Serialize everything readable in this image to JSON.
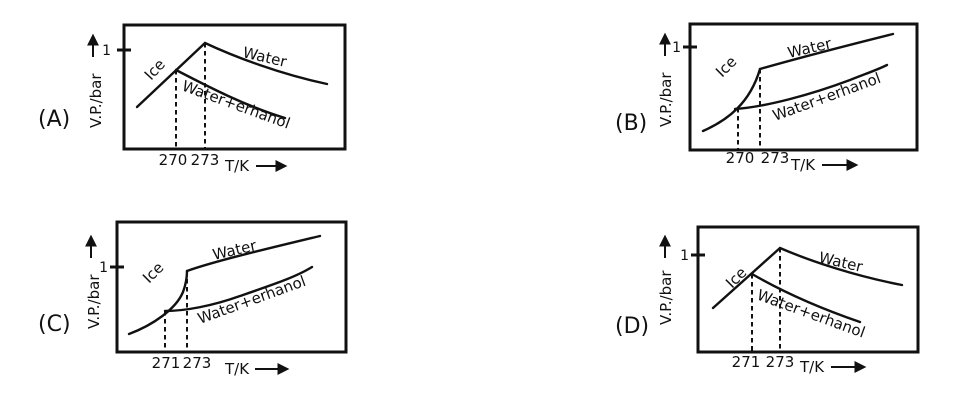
{
  "colors": {
    "line": "#111111",
    "background": "#ffffff"
  },
  "panels": [
    {
      "letter": "(A)",
      "y_label": "V.P./bar",
      "y_tick": "1",
      "x_ticks": [
        "270",
        "273"
      ],
      "x_label": "T/K",
      "curves": {
        "ice": "Ice",
        "water": "Water",
        "mixture": "Water+erhanol"
      }
    },
    {
      "letter": "(B)",
      "y_label": "V.P./bar",
      "y_tick": "1",
      "x_ticks": [
        "270",
        "273"
      ],
      "x_label": "T/K",
      "curves": {
        "ice": "Ice",
        "water": "Water",
        "mixture": "Water+erhanol"
      }
    },
    {
      "letter": "(C)",
      "y_label": "V.P./bar",
      "y_tick": "1",
      "x_ticks": [
        "271",
        "273"
      ],
      "x_label": "T/K",
      "curves": {
        "ice": "Ice",
        "water": "Water",
        "mixture": "Water+erhanol"
      }
    },
    {
      "letter": "(D)",
      "y_label": "V.P./bar",
      "y_tick": "1",
      "x_ticks": [
        "271",
        "273"
      ],
      "x_label": "T/K",
      "curves": {
        "ice": "Ice",
        "water": "Water",
        "mixture": "Water+erhanol"
      }
    }
  ],
  "chart_data": [
    {
      "panel": "A",
      "type": "line",
      "xlabel": "T/K",
      "ylabel": "V.P./bar",
      "x_ticks": [
        270,
        273
      ],
      "y_ticks": [
        1
      ],
      "legend_position": "inline-labels",
      "grid": false,
      "series": [
        {
          "name": "Ice",
          "points": [
            [
              266,
              0.42
            ],
            [
              270,
              0.8
            ],
            [
              273,
              1.05
            ]
          ]
        },
        {
          "name": "Water",
          "points": [
            [
              273,
              1.05
            ],
            [
              277,
              0.85
            ],
            [
              281,
              0.72
            ],
            [
              285.5,
              0.65
            ]
          ]
        },
        {
          "name": "Water+erhanol",
          "points": [
            [
              270,
              0.8
            ],
            [
              274,
              0.6
            ],
            [
              278,
              0.42
            ],
            [
              281,
              0.31
            ]
          ]
        }
      ],
      "note": "Schematic: ice line rises to a peak of ~1 bar at 273 K; water and water+erhanol vapour-pressure curves fall with increasing T; mixture branches off the ice line at 270 K (dashed guides at 270 and 273 K)."
    },
    {
      "panel": "B",
      "type": "line",
      "xlabel": "T/K",
      "ylabel": "V.P./bar",
      "x_ticks": [
        270,
        273
      ],
      "y_ticks": [
        1
      ],
      "legend_position": "inline-labels",
      "grid": false,
      "series": [
        {
          "name": "Ice",
          "points": [
            [
              265,
              0.18
            ],
            [
              268,
              0.3
            ],
            [
              270,
              0.42
            ],
            [
              272,
              0.6
            ],
            [
              273,
              0.79
            ]
          ]
        },
        {
          "name": "Water",
          "points": [
            [
              273,
              0.79
            ],
            [
              278,
              0.9
            ],
            [
              284,
              1.0
            ],
            [
              291,
              1.13
            ]
          ]
        },
        {
          "name": "Water+erhanol",
          "points": [
            [
              270,
              0.42
            ],
            [
              274,
              0.47
            ],
            [
              282,
              0.63
            ],
            [
              290,
              0.83
            ]
          ]
        }
      ],
      "note": "Schematic: all curves rise with T; ice curve steepens up to the junction with the water curve at 273 K; mixture branches at 270 K and stays below the water curve (dashed guides at 270 and 273 K)."
    },
    {
      "panel": "C",
      "type": "line",
      "xlabel": "T/K",
      "ylabel": "V.P./bar",
      "x_ticks": [
        271,
        273
      ],
      "y_ticks": [
        1
      ],
      "legend_position": "inline-labels",
      "grid": false,
      "series": [
        {
          "name": "Ice",
          "points": [
            [
              268,
              0.21
            ],
            [
              270,
              0.38
            ],
            [
              271,
              0.49
            ],
            [
              272.5,
              0.85
            ],
            [
              273,
              1.0
            ]
          ]
        },
        {
          "name": "Water",
          "points": [
            [
              273,
              1.0
            ],
            [
              278,
              1.12
            ],
            [
              282,
              1.22
            ],
            [
              285,
              1.36
            ]
          ]
        },
        {
          "name": "Water+erhanol",
          "points": [
            [
              271,
              0.49
            ],
            [
              274,
              0.55
            ],
            [
              280,
              0.75
            ],
            [
              284.5,
              1.0
            ]
          ]
        }
      ],
      "note": "Schematic: rising curves; ice meets water at 273 K at ~1 bar; mixture branches at 271 K and remains below the water curve (dashed guides at 271 and 273 K)."
    },
    {
      "panel": "D",
      "type": "line",
      "xlabel": "T/K",
      "ylabel": "V.P./bar",
      "x_ticks": [
        271,
        273
      ],
      "y_ticks": [
        1
      ],
      "legend_position": "inline-labels",
      "grid": false,
      "series": [
        {
          "name": "Ice",
          "points": [
            [
              268,
              0.45
            ],
            [
              271,
              0.8
            ],
            [
              273,
              1.07
            ]
          ]
        },
        {
          "name": "Water",
          "points": [
            [
              273,
              1.07
            ],
            [
              276,
              0.94
            ],
            [
              279,
              0.8
            ],
            [
              281.5,
              0.69
            ]
          ]
        },
        {
          "name": "Water+erhanol",
          "points": [
            [
              271,
              0.8
            ],
            [
              274,
              0.6
            ],
            [
              277,
              0.43
            ],
            [
              278.7,
              0.31
            ]
          ]
        }
      ],
      "note": "Schematic: ice line rises to a peak of ~1 bar at 273 K; water and water+erhanol curves fall with increasing T; mixture branches off the ice line at 271 K (dashed guides at 271 and 273 K)."
    }
  ]
}
